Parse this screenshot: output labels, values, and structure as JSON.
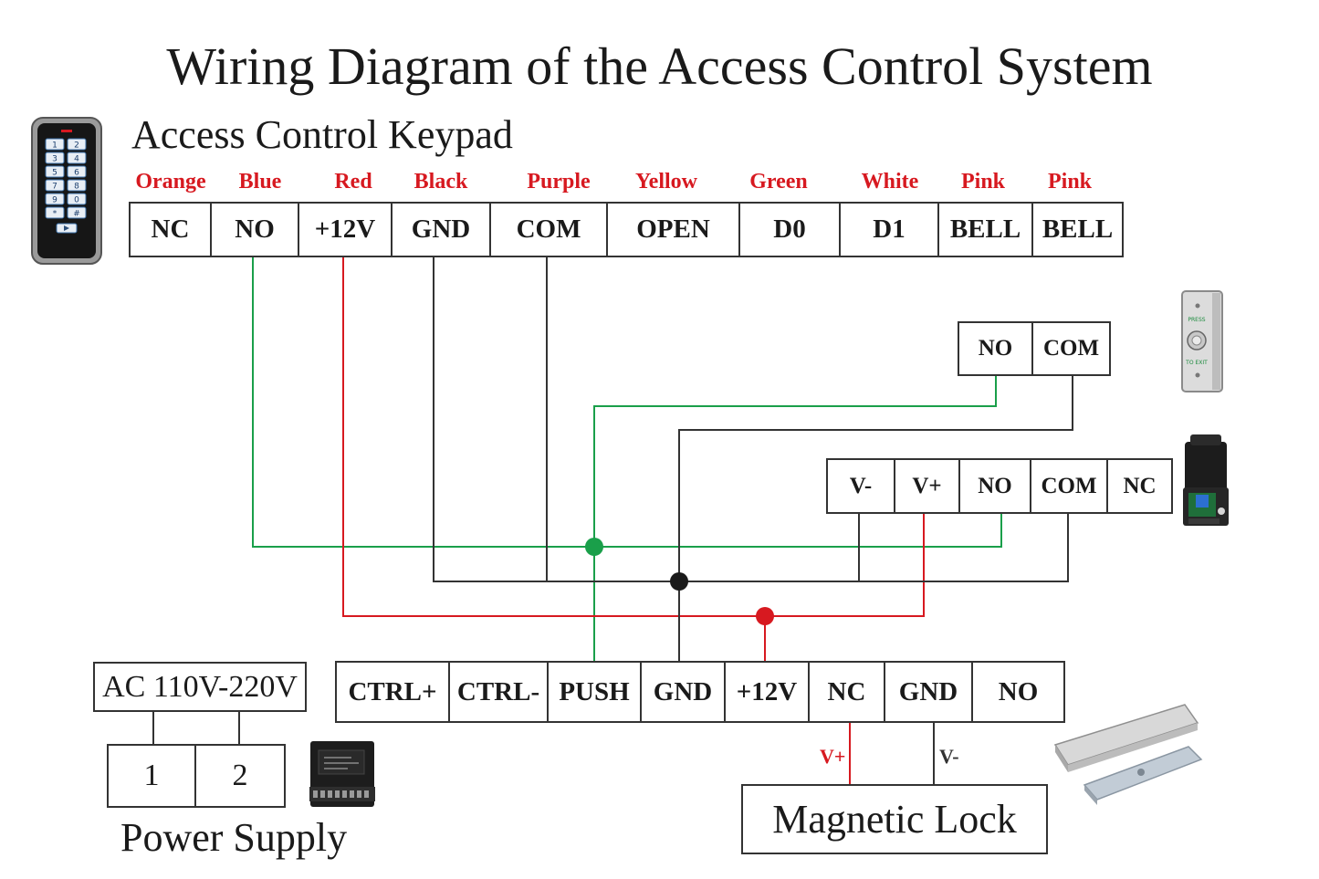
{
  "title": "Wiring Diagram of the Access Control System",
  "keypad": {
    "heading": "Access Control Keypad",
    "wire_colors": [
      "Orange",
      "Blue",
      "Red",
      "Black",
      "Purple",
      "Yellow",
      "Green",
      "White",
      "Pink",
      "Pink"
    ],
    "terminals": [
      "NC",
      "NO",
      "+12V",
      "GND",
      "COM",
      "OPEN",
      "D0",
      "D1",
      "BELL",
      "BELL"
    ],
    "key_labels": [
      "1",
      "2",
      "3",
      "4",
      "5",
      "6",
      "7",
      "8",
      "9",
      "0",
      "*",
      "#"
    ]
  },
  "exit_button": {
    "terminals": [
      "NO",
      "COM"
    ],
    "face_text": [
      "PRESS",
      "TO EXIT"
    ]
  },
  "remote_receiver": {
    "terminals": [
      "V-",
      "V+",
      "NO",
      "COM",
      "NC"
    ]
  },
  "power_supply": {
    "input_label": "AC 110V-220V",
    "input_terminals": [
      "1",
      "2"
    ],
    "label": "Power Supply",
    "outputs": [
      "CTRL+",
      "CTRL-",
      "PUSH",
      "GND",
      "+12V",
      "NC",
      "GND",
      "NO"
    ]
  },
  "magnetic_lock": {
    "label": "Magnetic Lock",
    "pos_label": "V+",
    "neg_label": "V-"
  },
  "colors": {
    "red_wire": "#d71920",
    "green_wire": "#1a9f4a",
    "black_wire": "#333333",
    "label_red": "#d71920"
  }
}
